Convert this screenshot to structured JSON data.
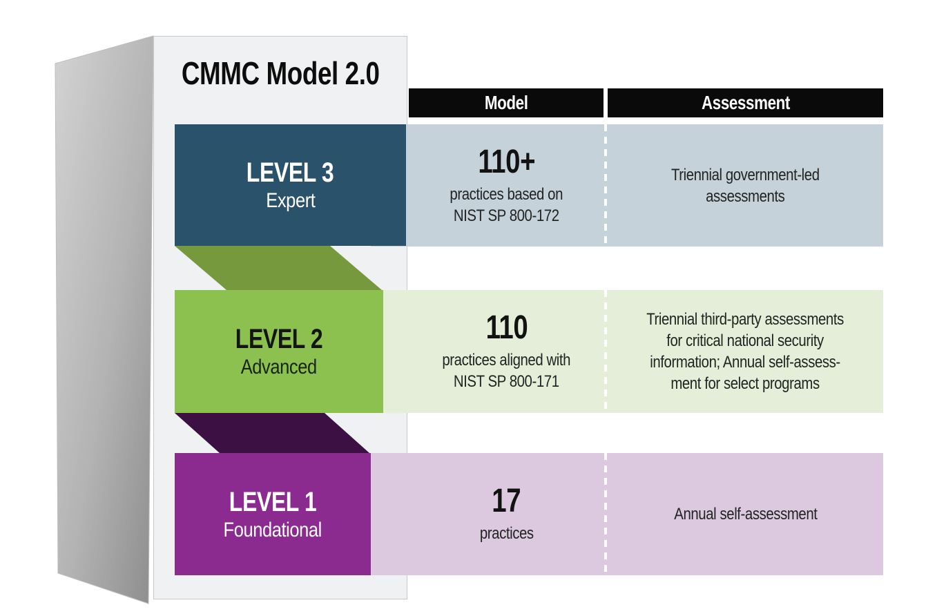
{
  "panel": {
    "title": "CMMC Model 2.0"
  },
  "header": {
    "model_label": "Model",
    "assessment_label": "Assessment"
  },
  "levels": [
    {
      "name": "LEVEL 3",
      "subtitle": "Expert"
    },
    {
      "name": "LEVEL 2",
      "subtitle": "Advanced"
    },
    {
      "name": "LEVEL 1",
      "subtitle": "Foundational"
    }
  ],
  "rows": [
    {
      "model_stat": "110+",
      "model_desc": "practices based on\nNIST SP 800-172",
      "assessment": "Triennial government-led\nassessments"
    },
    {
      "model_stat": "110",
      "model_desc": "practices aligned with\nNIST SP 800-171",
      "assessment": "Triennial third-party assessments\nfor critical national security\ninformation; Annual self-assess-\nment for select programs"
    },
    {
      "model_stat": "17",
      "model_desc": "practices",
      "assessment": "Annual self-assessment"
    }
  ],
  "colors": {
    "level3_block": "#2A536B",
    "level2_block": "#8CC04F",
    "level1_block": "#8C2B8F",
    "connector_green": "#76993E",
    "connector_purple": "#3C1043",
    "row1_bg": "#C6D2D9",
    "row2_bg": "#E5EED8",
    "row3_bg": "#DCC8DF",
    "header_bg": "#0A0A0A",
    "panel_bg": "#F0F1F2"
  }
}
